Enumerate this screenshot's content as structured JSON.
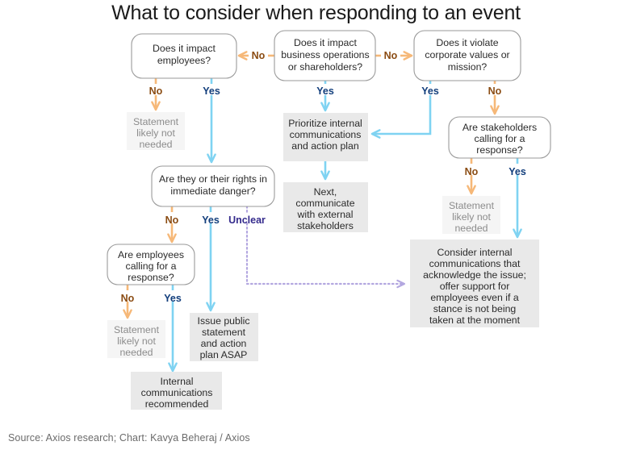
{
  "header": {
    "title": "What to consider when responding to an event"
  },
  "footer": {
    "source": "Source: Axios research; Chart: Kavya Beheraj / Axios"
  },
  "colors": {
    "orange_connector": "#f6b878",
    "cyan_connector": "#7fd3f2",
    "purple_connector": "#b3a7e0",
    "no_label": "#8a4b12",
    "yes_label": "#123e7c",
    "unclear_label": "#342a8c",
    "decision_fill": "#ffffff",
    "decision_border": "#9a9a9a",
    "process_fill": "#e9e9e9",
    "terminal_fill": "#f5f5f5",
    "box_text": "#2b2b2b",
    "terminal_text": "#8c8c8c"
  },
  "chart_data": {
    "type": "diagram",
    "title": "What to consider when responding to an event",
    "nodes": [
      {
        "id": "d1",
        "kind": "decision",
        "lines": [
          "Does it impact",
          "employees?"
        ]
      },
      {
        "id": "d2",
        "kind": "decision",
        "lines": [
          "Does it impact",
          "business operations",
          "or shareholders?"
        ]
      },
      {
        "id": "d3",
        "kind": "decision",
        "lines": [
          "Does it violate",
          "corporate values or",
          "mission?"
        ]
      },
      {
        "id": "t1",
        "kind": "terminal",
        "lines": [
          "Statement",
          "likely not",
          "needed"
        ]
      },
      {
        "id": "d4",
        "kind": "decision",
        "lines": [
          "Are they or their rights in",
          "immediate danger?"
        ]
      },
      {
        "id": "d5",
        "kind": "decision",
        "lines": [
          "Are employees",
          "calling for a",
          "response?"
        ]
      },
      {
        "id": "t2",
        "kind": "terminal",
        "lines": [
          "Statement",
          "likely not",
          "needed"
        ]
      },
      {
        "id": "p1",
        "kind": "process",
        "lines": [
          "Issue public",
          "statement",
          "and action",
          "plan ASAP"
        ]
      },
      {
        "id": "p2",
        "kind": "process",
        "lines": [
          "Internal",
          "communications",
          "recommended"
        ]
      },
      {
        "id": "p3",
        "kind": "process",
        "lines": [
          "Prioritize internal",
          "communications",
          "and action plan"
        ]
      },
      {
        "id": "p4",
        "kind": "process",
        "lines": [
          "Next,",
          "communicate",
          "with external",
          "stakeholders"
        ]
      },
      {
        "id": "d6",
        "kind": "decision",
        "lines": [
          "Are stakeholders",
          "calling for a",
          "response?"
        ]
      },
      {
        "id": "t3",
        "kind": "terminal",
        "lines": [
          "Statement",
          "likely not",
          "needed"
        ]
      },
      {
        "id": "p5",
        "kind": "process",
        "lines": [
          "Consider internal",
          "communications that",
          "acknowledge the issue;",
          "offer support for",
          "employees even if a",
          "stance is not being",
          "taken at the moment"
        ]
      }
    ],
    "edges": [
      {
        "from": "d2",
        "to": "d1",
        "label": "No",
        "style": "orange"
      },
      {
        "from": "d2",
        "to": "d3",
        "label": "No",
        "style": "orange"
      },
      {
        "from": "d1",
        "to": "t1",
        "label": "No",
        "style": "orange"
      },
      {
        "from": "d1",
        "to": "d4",
        "label": "Yes",
        "style": "cyan"
      },
      {
        "from": "d2",
        "to": "p3",
        "label": "Yes",
        "style": "cyan"
      },
      {
        "from": "d3",
        "to": "p3",
        "label": "Yes",
        "style": "cyan"
      },
      {
        "from": "d3",
        "to": "d6",
        "label": "No",
        "style": "orange"
      },
      {
        "from": "d4",
        "to": "d5",
        "label": "No",
        "style": "orange"
      },
      {
        "from": "d4",
        "to": "p1",
        "label": "Yes",
        "style": "cyan"
      },
      {
        "from": "d4",
        "to": "p5",
        "label": "Unclear",
        "style": "purple-dotted"
      },
      {
        "from": "d5",
        "to": "t2",
        "label": "No",
        "style": "orange"
      },
      {
        "from": "d5",
        "to": "p2",
        "label": "Yes",
        "style": "cyan"
      },
      {
        "from": "p3",
        "to": "p4",
        "label": "",
        "style": "cyan"
      },
      {
        "from": "d6",
        "to": "t3",
        "label": "No",
        "style": "orange"
      },
      {
        "from": "d6",
        "to": "p5",
        "label": "Yes",
        "style": "cyan"
      }
    ],
    "labels": {
      "no": "No",
      "yes": "Yes",
      "unclear": "Unclear"
    }
  }
}
